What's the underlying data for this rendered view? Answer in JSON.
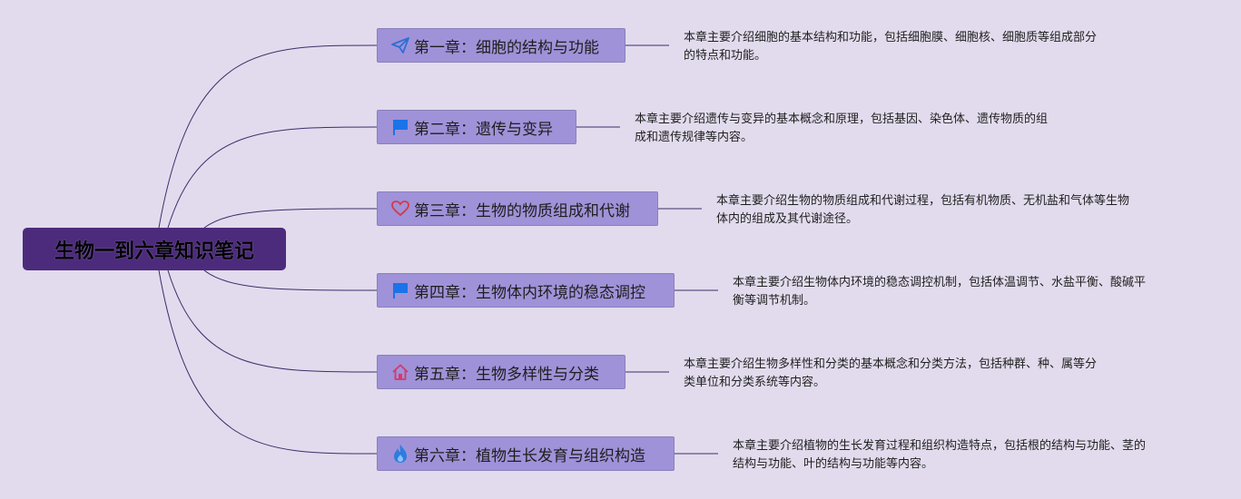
{
  "root": {
    "title": "生物一到六章知识笔记"
  },
  "chapters": [
    {
      "title": "第一章：细胞的结构与功能",
      "icon": "paper-plane-icon",
      "icon_color": "#2e6fd6",
      "desc_lines": [
        "本章主要介绍细胞的基本结构和功能，包括细胞膜、细胞核、细胞质等组成部分",
        "的特点和功能。"
      ]
    },
    {
      "title": "第二章：遗传与变异",
      "icon": "flag-icon",
      "icon_color": "#1a73e8",
      "desc_lines": [
        "本章主要介绍遗传与变异的基本概念和原理，包括基因、染色体、遗传物质的组",
        "成和遗传规律等内容。"
      ]
    },
    {
      "title": "第三章：生物的物质组成和代谢",
      "icon": "heart-icon",
      "icon_color": "#d33a4a",
      "desc_lines": [
        "本章主要介绍生物的物质组成和代谢过程，包括有机物质、无机盐和气体等生物",
        "体内的组成及其代谢途径。"
      ]
    },
    {
      "title": "第四章：生物体内环境的稳态调控",
      "icon": "flag-icon",
      "icon_color": "#1a73e8",
      "desc_lines": [
        "本章主要介绍生物体内环境的稳态调控机制，包括体温调节、水盐平衡、酸碱平",
        "衡等调节机制。"
      ]
    },
    {
      "title": "第五章：生物多样性与分类",
      "icon": "home-icon",
      "icon_color": "#d33a6a",
      "desc_lines": [
        "本章主要介绍生物多样性和分类的基本概念和分类方法，包括种群、种、属等分",
        "类单位和分类系统等内容。"
      ]
    },
    {
      "title": "第六章：植物生长发育与组织构造",
      "icon": "flame-icon",
      "icon_color": "#2e7ce0",
      "desc_lines": [
        "本章主要介绍植物的生长发育过程和组织构造特点，包括根的结构与功能、茎的",
        "结构与功能、叶的结构与功能等内容。"
      ]
    }
  ],
  "colors": {
    "background": "#e2dbed",
    "root_fill": "#4c2b7c",
    "branch_fill": "#9f92d8",
    "connector": "#3a2f6b"
  }
}
